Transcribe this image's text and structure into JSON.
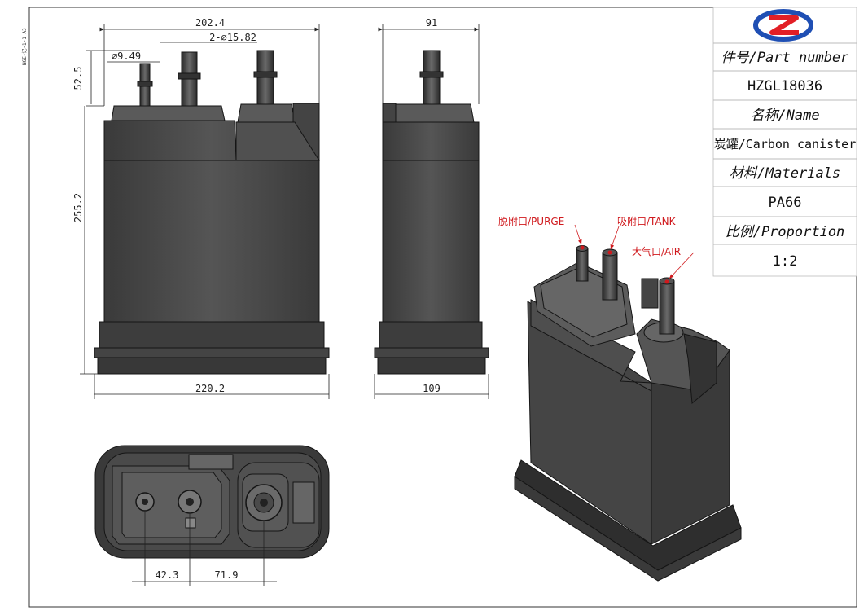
{
  "colors": {
    "body": "#4a4a4a",
    "body_dark": "#2e2e2e",
    "body_light": "#6a6a6a",
    "outline": "#151515",
    "dimension": "#222222",
    "callout": "#d0191d",
    "logo_blue": "#1f4fb4",
    "logo_red": "#e21f26"
  },
  "margin_note": "NGE-记-1-1 A3",
  "title_block": {
    "logo_icon": "hz-logo-icon",
    "part_number_label": "件号/Part number",
    "part_number": "HZGL18036",
    "name_label": "名称/Name",
    "name": "炭罐/Carbon canister",
    "materials_label": "材料/Materials",
    "material": "PA66",
    "proportion_label": "比例/Proportion",
    "proportion": "1:2"
  },
  "dimensions": {
    "front_width_top": "202.4",
    "pipe_spec": "2-∅15.82",
    "small_pipe": "∅9.49",
    "pipe_height": "52.5",
    "body_height": "255.2",
    "front_width_bottom": "220.2",
    "side_width_top": "91",
    "side_width_bottom": "109",
    "bottom_offset_1": "42.3",
    "bottom_offset_2": "71.9"
  },
  "callouts": {
    "purge": "脱附口/PURGE",
    "tank": "吸附口/TANK",
    "air": "大气口/AIR"
  }
}
